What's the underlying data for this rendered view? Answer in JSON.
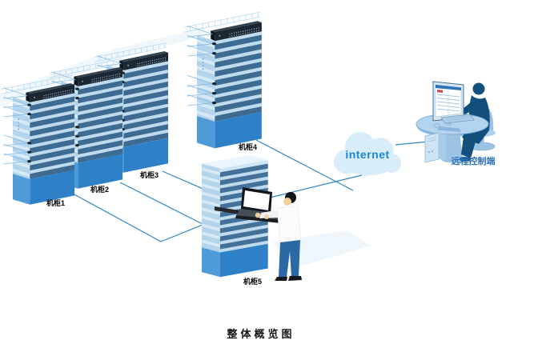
{
  "diagram": {
    "title": "整体概览图",
    "internet_label": "internet",
    "remote_terminal_label": "远程控制端",
    "cabinets": [
      {
        "id": 1,
        "label": "机柜1"
      },
      {
        "id": 2,
        "label": "机柜2"
      },
      {
        "id": 3,
        "label": "机柜3"
      },
      {
        "id": 4,
        "label": "机柜4"
      },
      {
        "id": 5,
        "label": "机柜5"
      }
    ],
    "connections": [
      {
        "from": "机柜1",
        "to": "机柜5"
      },
      {
        "from": "机柜2",
        "to": "机柜5"
      },
      {
        "from": "机柜3",
        "to": "机柜5"
      },
      {
        "from": "机柜4",
        "to": "internet"
      },
      {
        "from": "机柜5",
        "to": "internet"
      },
      {
        "from": "internet",
        "to": "远程控制端"
      }
    ],
    "colors": {
      "connection_line": "#2e86c8",
      "cloud_fill": "#d9ecfa",
      "internet_text": "#1a86d6",
      "remote_label_text": "#2e74b5",
      "cabinet_label_text": "#000000",
      "rack_left_face": "#b3d4eb",
      "rack_stripe_dark": "#3e6b92",
      "rack_stripe_light": "#bfdcef",
      "rack_base_blue": "#2e81c6",
      "switch_unit_dark": "#1b2733"
    }
  }
}
